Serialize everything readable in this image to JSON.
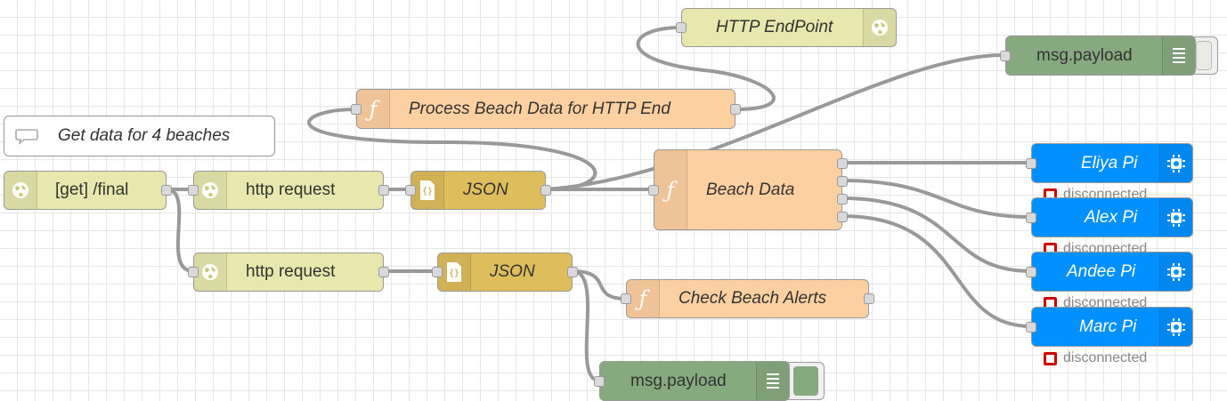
{
  "comment": {
    "label": "Get data for 4 beaches",
    "icon": "speech-bubble-icon"
  },
  "nodes": {
    "get_final": {
      "label": "[get] /final",
      "icon": "globe-icon",
      "color": "#e7e7ae"
    },
    "http_request_1": {
      "label": "http request",
      "icon": "globe-icon",
      "color": "#e7e7ae"
    },
    "json_1": {
      "label": "JSON",
      "icon": "braces-icon",
      "color": "#debd5c"
    },
    "http_request_2": {
      "label": "http request",
      "icon": "globe-icon",
      "color": "#e7e7ae"
    },
    "json_2": {
      "label": "JSON",
      "icon": "braces-icon",
      "color": "#debd5c"
    },
    "process_beach": {
      "label": "Process Beach Data for HTTP End",
      "icon": "function-icon",
      "color": "#fdd0a2"
    },
    "http_endpoint": {
      "label": "HTTP EndPoint",
      "icon": "globe-icon",
      "color": "#e7e7ae"
    },
    "beach_data": {
      "label": "Beach Data",
      "icon": "function-icon",
      "color": "#fdd0a2"
    },
    "check_alerts": {
      "label": "Check Beach Alerts",
      "icon": "function-icon",
      "color": "#fdd0a2"
    },
    "debug_1": {
      "label": "msg.payload",
      "icon": "list-icon",
      "color": "#87a980"
    },
    "debug_2": {
      "label": "msg.payload",
      "icon": "list-icon",
      "color": "#87a980"
    },
    "eliya_pi": {
      "label": "Eliya Pi",
      "icon": "chip-icon",
      "color": "#0090ff",
      "status": "disconnected"
    },
    "alex_pi": {
      "label": "Alex Pi",
      "icon": "chip-icon",
      "color": "#0090ff",
      "status": "disconnected"
    },
    "andee_pi": {
      "label": "Andee Pi",
      "icon": "chip-icon",
      "color": "#0090ff",
      "status": "disconnected"
    },
    "marc_pi": {
      "label": "Marc Pi",
      "icon": "chip-icon",
      "color": "#0090ff",
      "status": "disconnected"
    }
  },
  "colors": {
    "wire": "#999999",
    "status_disconnected": "#cc0000",
    "grid": "#e6e6e6"
  }
}
